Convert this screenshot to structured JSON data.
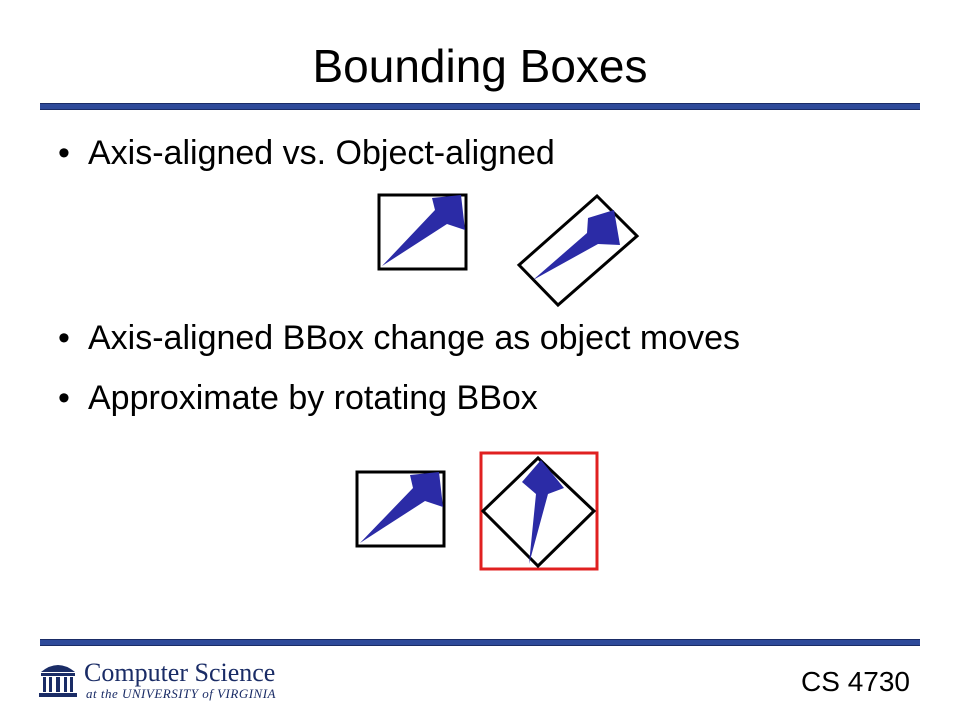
{
  "slide": {
    "title": "Bounding Boxes",
    "bullets": [
      "Axis-aligned vs. Object-aligned",
      "Axis-aligned BBox change as object moves",
      "Approximate by rotating BBox"
    ],
    "bullet_glyph": "•"
  },
  "footer": {
    "logo_main": "Computer Science",
    "logo_sub": "at the UNIVERSITY of VIRGINIA",
    "course_code": "CS 4730"
  },
  "colors": {
    "shape_fill": "#2b2ba6",
    "box_stroke": "#000000",
    "highlight_box": "#e02020",
    "rule": "#2e4a9a"
  }
}
